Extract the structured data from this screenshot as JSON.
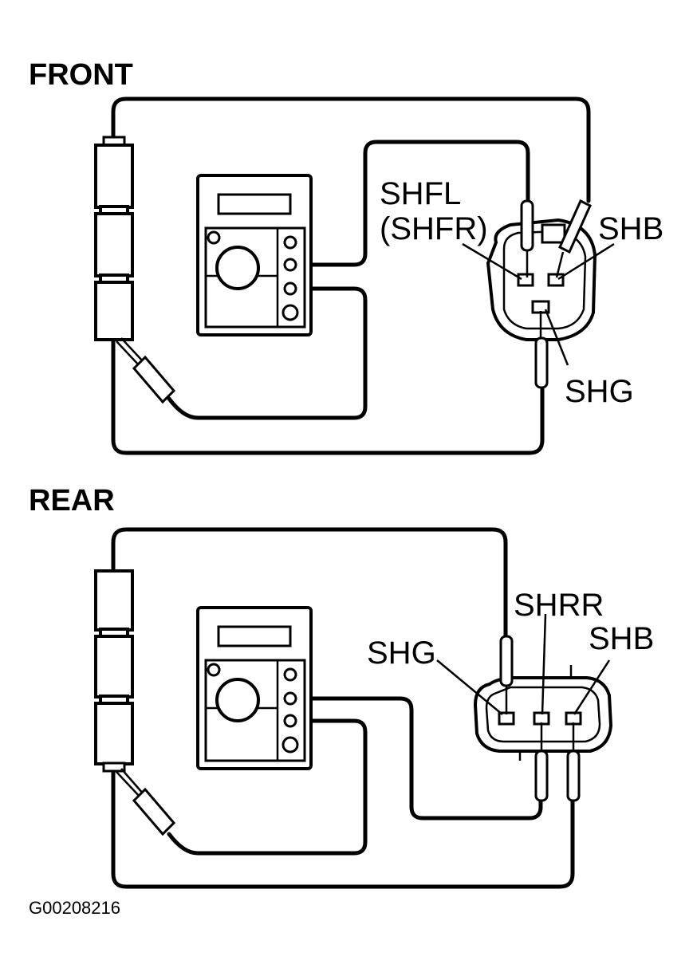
{
  "front": {
    "heading": "FRONT",
    "label_shfl": "SHFL",
    "label_shfr": "(SHFR)",
    "label_shb": "SHB",
    "label_shg": "SHG"
  },
  "rear": {
    "heading": "REAR",
    "label_shg": "SHG",
    "label_shrr": "SHRR",
    "label_shb": "SHB"
  },
  "figure_code": "G00208216"
}
